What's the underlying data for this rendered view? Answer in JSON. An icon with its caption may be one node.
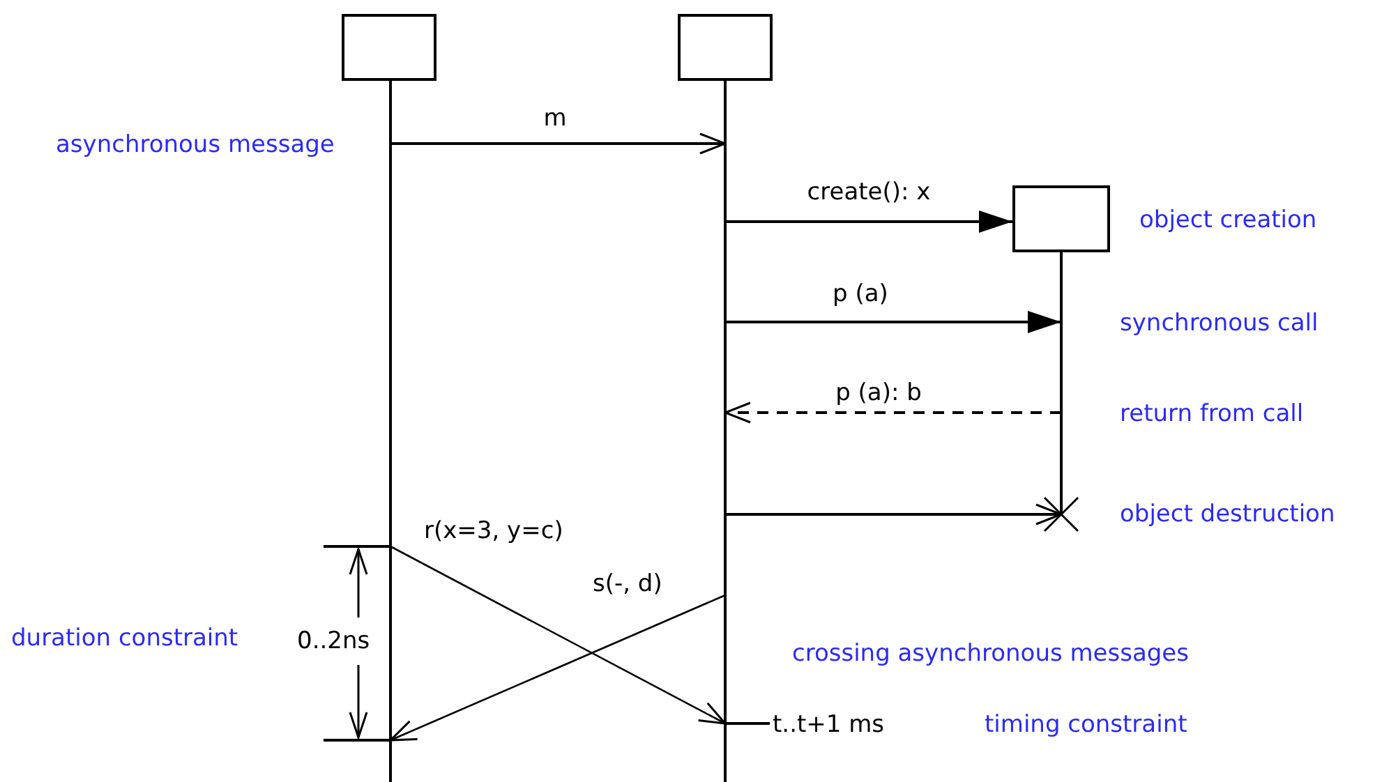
{
  "diagram": {
    "nodes": [
      {
        "text": [],
        "shape": "box"
      },
      {
        "text": [],
        "shape": "box"
      },
      {
        "text": [],
        "shape": "box"
      },
      {
        "text": [],
        "shape": "bar"
      },
      {
        "text": [],
        "shape": "bar"
      },
      {
        "text": [],
        "shape": "bar"
      }
    ],
    "edges": [
      {
        "from": 3,
        "to": 4,
        "arrow": "to",
        "label": "m"
      },
      {
        "from": 4,
        "to": 2,
        "arrow": "to",
        "label": "create(): x"
      },
      {
        "from": 4,
        "to": 5,
        "arrow": "to",
        "label": "p (a)"
      },
      {
        "from": 5,
        "to": 4,
        "arrow": "to",
        "label": "p (a): b",
        "style": "dashed"
      },
      {
        "from": 4,
        "to": 5,
        "arrow": "to"
      },
      {
        "from": 3,
        "to": 4,
        "arrow": "to",
        "label": "r(x=3, y=c)"
      },
      {
        "from": 4,
        "to": 3,
        "arrow": "to",
        "label": "s(-, d)"
      }
    ],
    "labels": [
      "asynchronous message",
      "object creation",
      "synchronous call",
      "return from call",
      "object destruction",
      "duration constraint",
      "0..2ns",
      "crossing asynchronous messages",
      "t..t+1 ms",
      "timing constraint"
    ]
  }
}
